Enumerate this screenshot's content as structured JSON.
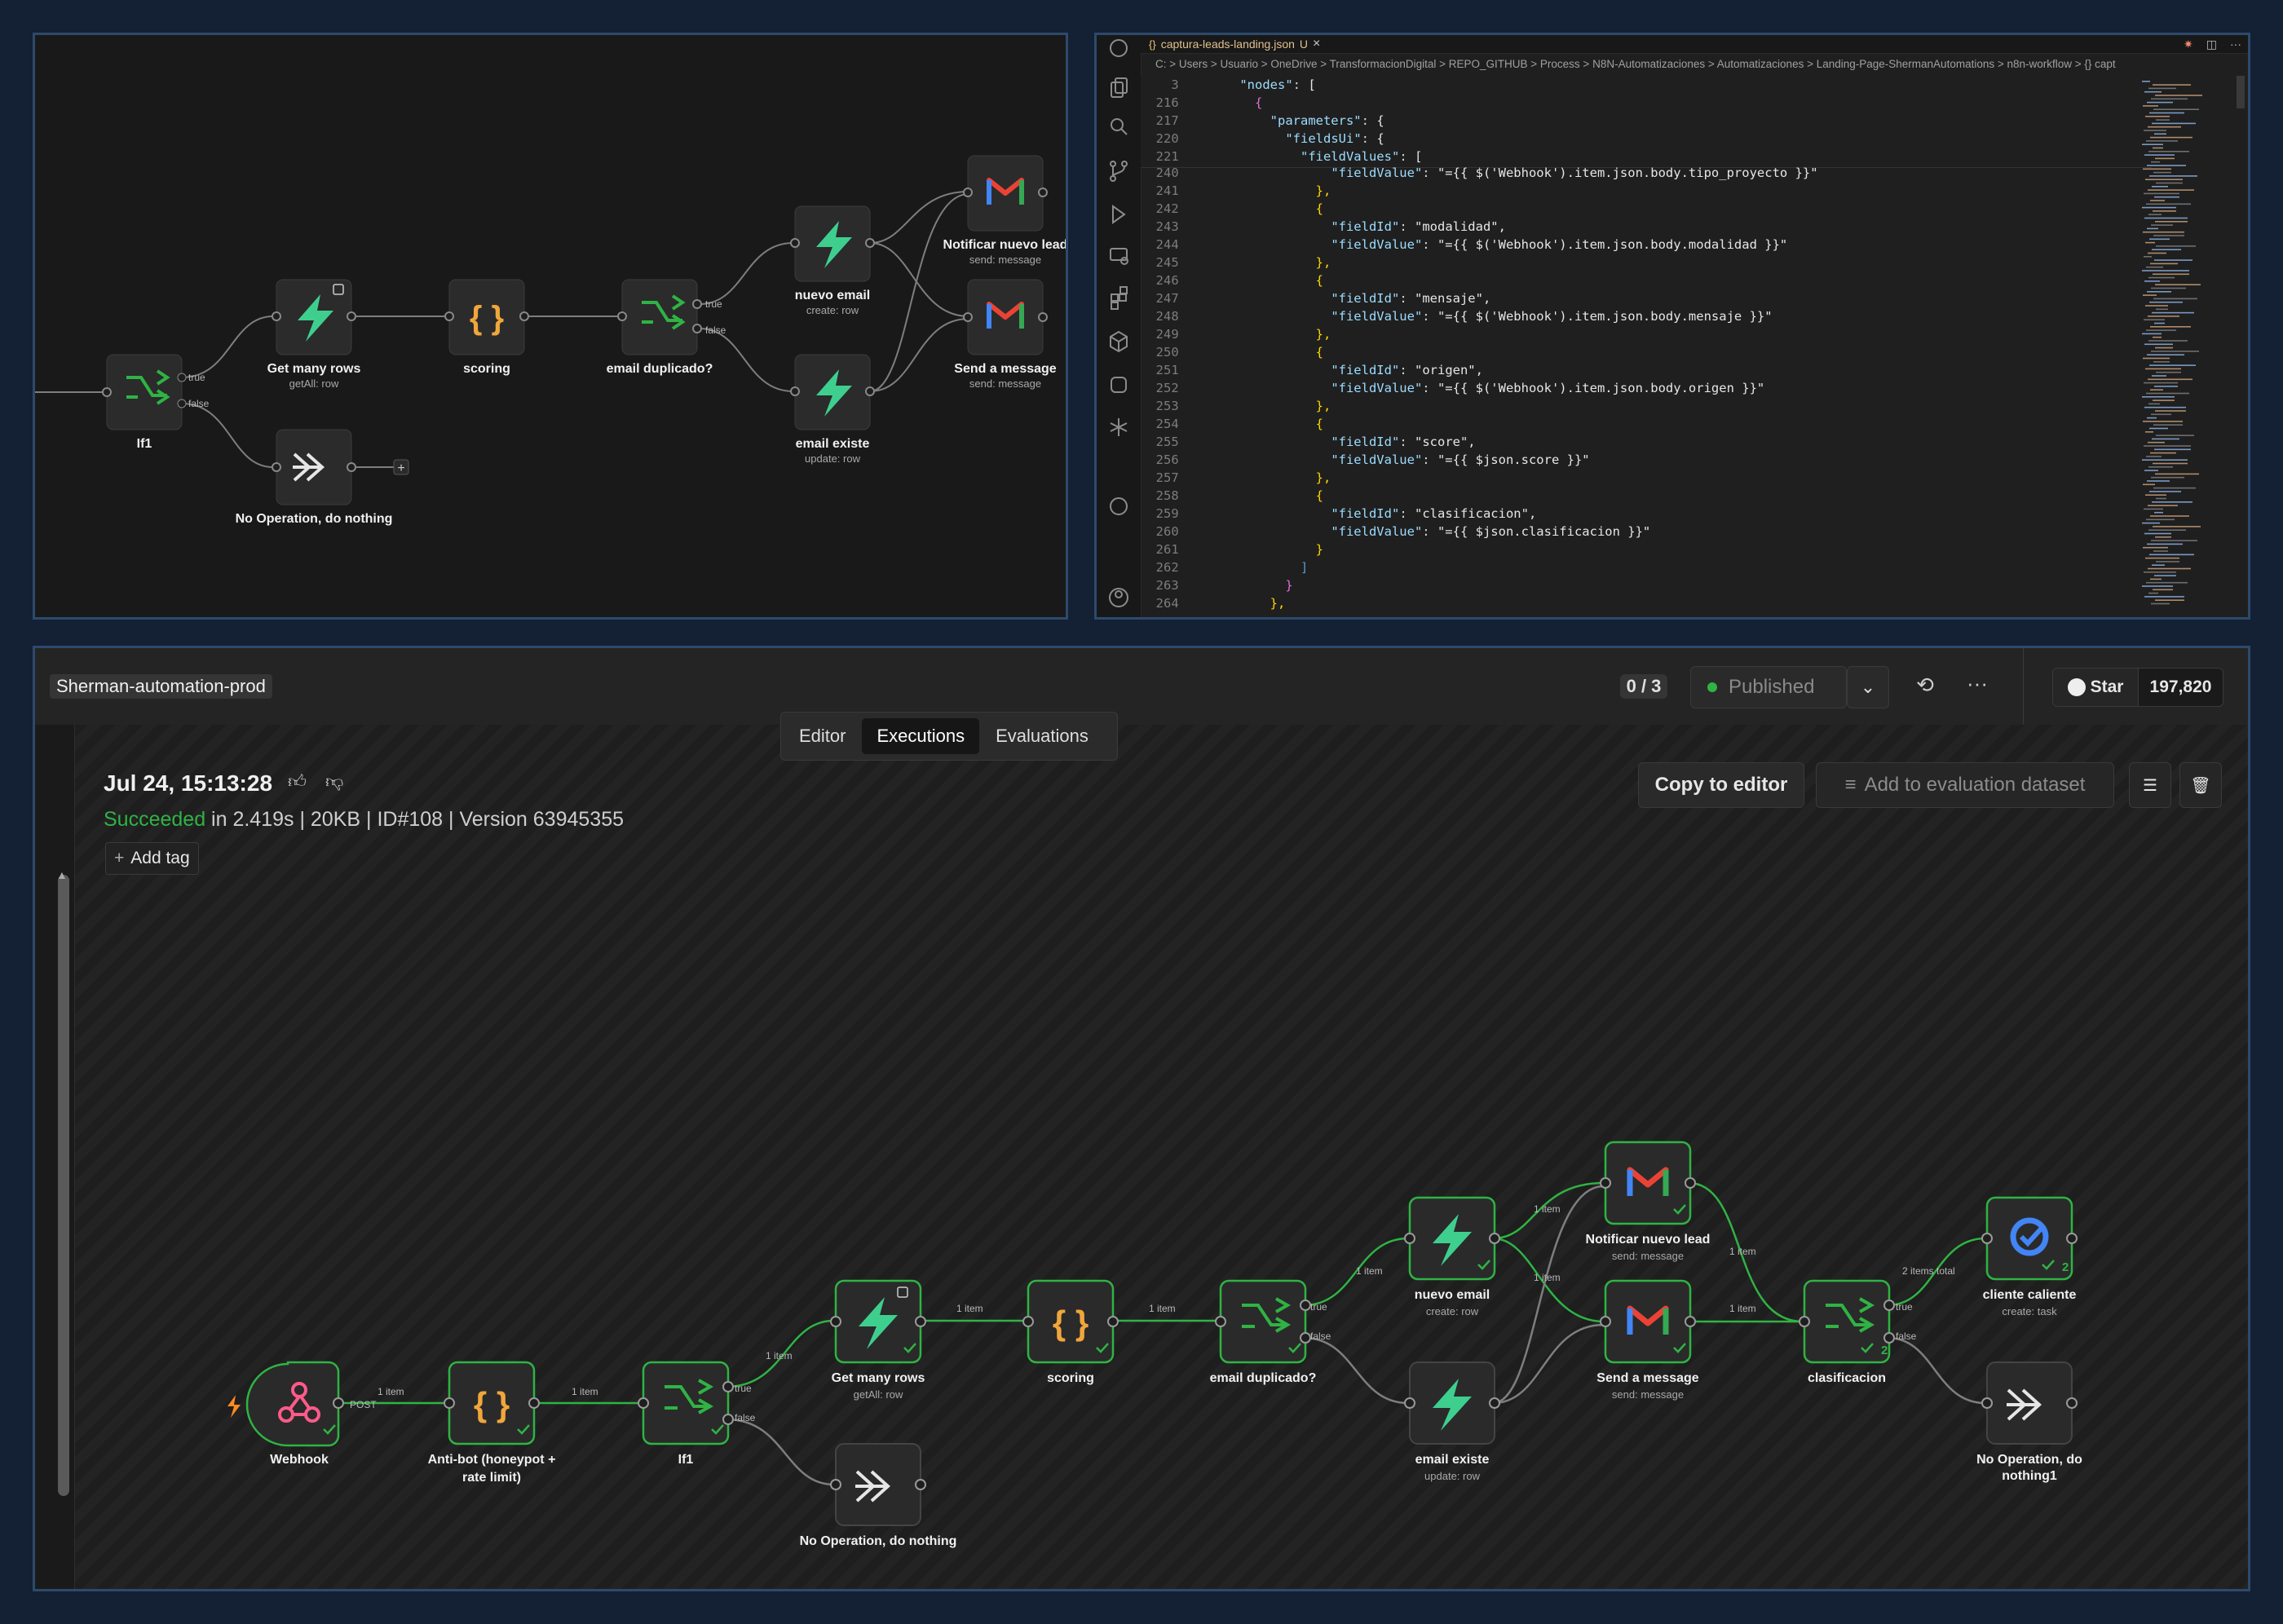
{
  "top_flow": {
    "nodes": {
      "if1": {
        "title": "If1"
      },
      "get_rows": {
        "title": "Get many rows",
        "sub": "getAll: row"
      },
      "scoring": {
        "title": "scoring"
      },
      "dup": {
        "title": "email duplicado?"
      },
      "nuevo_email": {
        "title": "nuevo email",
        "sub": "create: row"
      },
      "email_existe": {
        "title": "email existe",
        "sub": "update: row"
      },
      "notificar": {
        "title": "Notificar nuevo lead",
        "sub": "send: message"
      },
      "send_msg": {
        "title": "Send a message",
        "sub": "send: message"
      },
      "noop": {
        "title": "No Operation, do nothing"
      }
    },
    "labels": {
      "true": "true",
      "false": "false",
      "plus": "+"
    }
  },
  "editor": {
    "tab_title": "captura-leads-landing.json",
    "tab_badge": "U",
    "breadcrumb": "C: > Users > Usuario > OneDrive > TransformacionDigital > REPO_GITHUB > Process > N8N-Automatizaciones > Automatizaciones > Landing-Page-ShermanAutomations > n8n-workflow > {} capt",
    "sticky_lines": [
      {
        "n": "3",
        "text": "\"nodes\": ["
      },
      {
        "n": "216",
        "text": "{"
      },
      {
        "n": "217",
        "text": "\"parameters\": {"
      },
      {
        "n": "220",
        "text": "\"fieldsUi\": {"
      },
      {
        "n": "221",
        "text": "\"fieldValues\": ["
      }
    ],
    "lines": [
      {
        "n": "240",
        "text": "\"fieldValue\": \"={{ $('Webhook').item.json.body.tipo_proyecto }}\""
      },
      {
        "n": "241",
        "text": "},"
      },
      {
        "n": "242",
        "text": "{"
      },
      {
        "n": "243",
        "text": "\"fieldId\": \"modalidad\","
      },
      {
        "n": "244",
        "text": "\"fieldValue\": \"={{ $('Webhook').item.json.body.modalidad }}\""
      },
      {
        "n": "245",
        "text": "},"
      },
      {
        "n": "246",
        "text": "{"
      },
      {
        "n": "247",
        "text": "\"fieldId\": \"mensaje\","
      },
      {
        "n": "248",
        "text": "\"fieldValue\": \"={{ $('Webhook').item.json.body.mensaje }}\""
      },
      {
        "n": "249",
        "text": "},"
      },
      {
        "n": "250",
        "text": "{"
      },
      {
        "n": "251",
        "text": "\"fieldId\": \"origen\","
      },
      {
        "n": "252",
        "text": "\"fieldValue\": \"={{ $('Webhook').item.json.body.origen }}\""
      },
      {
        "n": "253",
        "text": "},"
      },
      {
        "n": "254",
        "text": "{"
      },
      {
        "n": "255",
        "text": "\"fieldId\": \"score\","
      },
      {
        "n": "256",
        "text": "\"fieldValue\": \"={{ $json.score }}\""
      },
      {
        "n": "257",
        "text": "},"
      },
      {
        "n": "258",
        "text": "{"
      },
      {
        "n": "259",
        "text": "\"fieldId\": \"clasificacion\","
      },
      {
        "n": "260",
        "text": "\"fieldValue\": \"={{ $json.clasificacion }}\""
      },
      {
        "n": "261",
        "text": "}"
      },
      {
        "n": "262",
        "text": "]"
      },
      {
        "n": "263",
        "text": "}"
      },
      {
        "n": "264",
        "text": "},"
      }
    ]
  },
  "n8n": {
    "workflow_name": "Sherman-automation-prod",
    "counter": "0 / 3",
    "status": "Published",
    "star_label": "Star",
    "star_count": "197,820",
    "tabs": [
      "Editor",
      "Executions",
      "Evaluations"
    ],
    "active_tab": "Executions",
    "execution": {
      "date": "Jul 24, 15:13:28",
      "status": "Succeeded",
      "details": " in 2.419s | 20KB | ID#108 | Version 63945355",
      "add_tag": "Add tag"
    },
    "actions": {
      "copy": "Copy to editor",
      "add_eval": "Add to evaluation dataset"
    },
    "flow": {
      "nodes": {
        "webhook": {
          "title": "Webhook"
        },
        "antibot": {
          "title": "Anti-bot (honeypot +",
          "title2": "rate limit)"
        },
        "if1": {
          "title": "If1"
        },
        "noop": {
          "title": "No Operation, do nothing"
        },
        "get_rows": {
          "title": "Get many rows",
          "sub": "getAll: row"
        },
        "scoring": {
          "title": "scoring"
        },
        "dup": {
          "title": "email duplicado?"
        },
        "nuevo_email": {
          "title": "nuevo email",
          "sub": "create: row"
        },
        "email_existe": {
          "title": "email existe",
          "sub": "update: row"
        },
        "notificar": {
          "title": "Notificar nuevo lead",
          "sub": "send: message"
        },
        "send_msg": {
          "title": "Send a message",
          "sub": "send: message"
        },
        "clasif": {
          "title": "clasificacion"
        },
        "cliente": {
          "title": "cliente caliente",
          "sub": "create: task"
        },
        "noop1": {
          "title": "No Operation, do",
          "title2": "nothing1"
        }
      },
      "edge_labels": {
        "one_item": "1 item",
        "post": "POST",
        "true": "true",
        "false": "false",
        "two_items": "2 items total",
        "badge_two": "2"
      }
    }
  },
  "colors": {
    "success": "#2fb344",
    "accent_orange": "#ff8a1f",
    "webhook": "#ff5a8a",
    "code_brace": "#f0a63c",
    "gmail_red": "#ea4335",
    "tasks_blue": "#4285f4"
  }
}
